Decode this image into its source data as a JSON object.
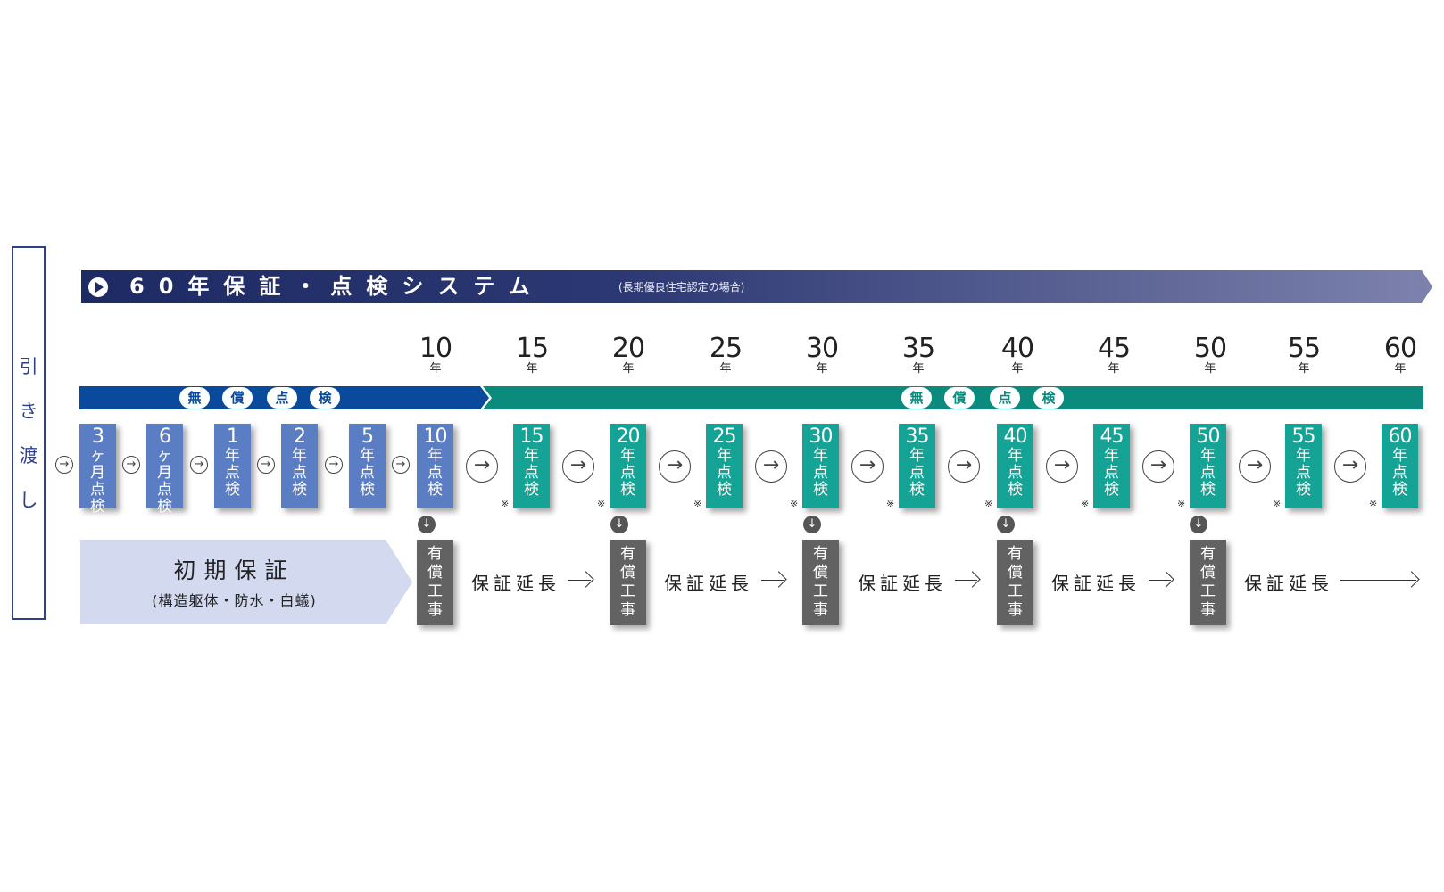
{
  "handover_label": [
    "引",
    "き",
    "渡",
    "し"
  ],
  "banner": {
    "title": "60年保証・点検システム",
    "subtitle": "(長期優良住宅認定の場合)"
  },
  "years": [
    {
      "num": "10",
      "unit": "年"
    },
    {
      "num": "15",
      "unit": "年"
    },
    {
      "num": "20",
      "unit": "年"
    },
    {
      "num": "25",
      "unit": "年"
    },
    {
      "num": "30",
      "unit": "年"
    },
    {
      "num": "35",
      "unit": "年"
    },
    {
      "num": "40",
      "unit": "年"
    },
    {
      "num": "45",
      "unit": "年"
    },
    {
      "num": "50",
      "unit": "年"
    },
    {
      "num": "55",
      "unit": "年"
    },
    {
      "num": "60",
      "unit": "年"
    }
  ],
  "free_inspection_chars": [
    "無",
    "償",
    "点",
    "検"
  ],
  "early_inspections": [
    {
      "num": "3",
      "chars": [
        "ヶ",
        "月",
        "点",
        "検"
      ]
    },
    {
      "num": "6",
      "chars": [
        "ヶ",
        "月",
        "点",
        "検"
      ]
    },
    {
      "num": "1",
      "chars": [
        "年",
        "点",
        "検"
      ]
    },
    {
      "num": "2",
      "chars": [
        "年",
        "点",
        "検"
      ]
    },
    {
      "num": "5",
      "chars": [
        "年",
        "点",
        "検"
      ]
    },
    {
      "num": "10",
      "chars": [
        "年",
        "点",
        "検"
      ]
    }
  ],
  "later_inspections": [
    {
      "num": "15",
      "chars": [
        "年",
        "点",
        "検"
      ]
    },
    {
      "num": "20",
      "chars": [
        "年",
        "点",
        "検"
      ]
    },
    {
      "num": "25",
      "chars": [
        "年",
        "点",
        "検"
      ]
    },
    {
      "num": "30",
      "chars": [
        "年",
        "点",
        "検"
      ]
    },
    {
      "num": "35",
      "chars": [
        "年",
        "点",
        "検"
      ]
    },
    {
      "num": "40",
      "chars": [
        "年",
        "点",
        "検"
      ]
    },
    {
      "num": "45",
      "chars": [
        "年",
        "点",
        "検"
      ]
    },
    {
      "num": "50",
      "chars": [
        "年",
        "点",
        "検"
      ]
    },
    {
      "num": "55",
      "chars": [
        "年",
        "点",
        "検"
      ]
    },
    {
      "num": "60",
      "chars": [
        "年",
        "点",
        "検"
      ]
    }
  ],
  "asterisk": "※",
  "initial_warranty": {
    "title": "初期保証",
    "subtitle": "(構造躯体・防水・白蟻)"
  },
  "paid_work_chars": [
    "有",
    "償",
    "工",
    "事"
  ],
  "extension_label": "保証延長",
  "arrow_glyph": "→",
  "down_glyph": "↓",
  "colors": {
    "banner_dark": "#1d2a63",
    "free_blue": "#0a4a9c",
    "free_teal": "#0b8a7e",
    "box_blue": "#5a7dc3",
    "box_teal": "#14a394",
    "paid_gray": "#626262",
    "initial_bg": "#d3daf0"
  }
}
